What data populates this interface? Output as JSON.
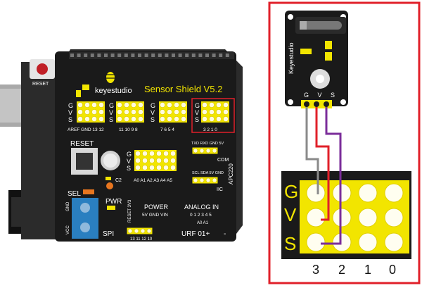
{
  "board": {
    "brand": "keyestudio",
    "title": "Sensor Shield V5.2",
    "reset_top": "RESET",
    "reset": "RESET",
    "sel": "SEL",
    "pwr": "PWR",
    "c2": "C2",
    "power": "POWER",
    "analog_in": "ANALOG IN",
    "power_pins": "5V GND VIN",
    "analog_pins": "0 1 2 3 4 5",
    "reset_33": "RESET 3V3",
    "iic": "IIC",
    "com": "COM",
    "apc": "APC220",
    "spi": "SPI",
    "urf": "URF 01+",
    "minus": "-",
    "aref": "AREF GND 13 12",
    "d11_8": "11 10 9 8",
    "d7_4": "7 6 5 4",
    "d3_0": "3 2 1 0",
    "analog_row": "A0 A1 A2 A3 A4 A5",
    "a0a1": "A0 A1",
    "com_pins": "TXD RXD GND 5V",
    "iic_pins": "SCL SDA 5V GND",
    "spi_pins": "13 11 12 10",
    "vcc": "VCC",
    "gnd": "GND",
    "gvs": "G V S"
  },
  "module": {
    "brand": "Keyestudio",
    "pins": "G V S"
  },
  "zoom": {
    "row_labels": [
      "G",
      "V",
      "S"
    ],
    "col_labels": [
      "3",
      "2",
      "1",
      "0"
    ]
  },
  "colors": {
    "board": "#1e1e1e",
    "header": "#f2e500",
    "highlight": "#e0202a",
    "wire_gray": "#8a8a8a",
    "wire_red": "#e0202a",
    "wire_purple": "#7b2d9a",
    "terminal": "#2a7fc0"
  }
}
